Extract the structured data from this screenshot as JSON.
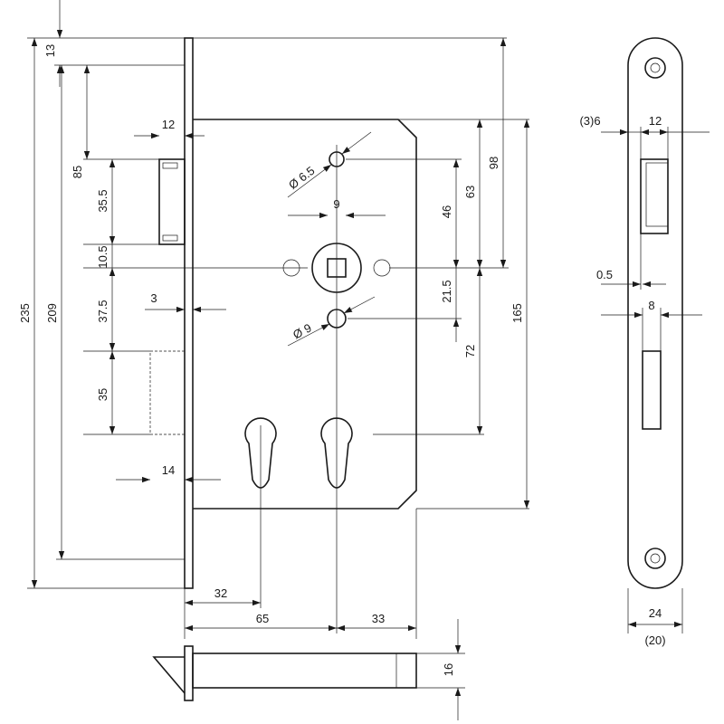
{
  "front_view": {
    "dims": {
      "d13": "13",
      "d235": "235",
      "d209": "209",
      "d85": "85",
      "d35_5": "35.5",
      "d10_5": "10.5",
      "d37_5": "37.5",
      "d35": "35",
      "d12": "12",
      "d3": "3",
      "d14": "14",
      "d9": "9",
      "d6_5": "Ø 6.5",
      "d9hole": "Ø 9",
      "d98": "98",
      "d63": "63",
      "d46": "46",
      "d21_5": "21.5",
      "d72": "72",
      "d165": "165",
      "d32": "32",
      "d65": "65",
      "d33": "33"
    }
  },
  "side_view": {
    "dims": {
      "d3_6": "(3)6",
      "d12": "12",
      "d0_5": "0.5",
      "d8": "8",
      "d24": "24",
      "d20": "(20)"
    }
  },
  "bottom_view": {
    "dims": {
      "d16": "16"
    }
  }
}
